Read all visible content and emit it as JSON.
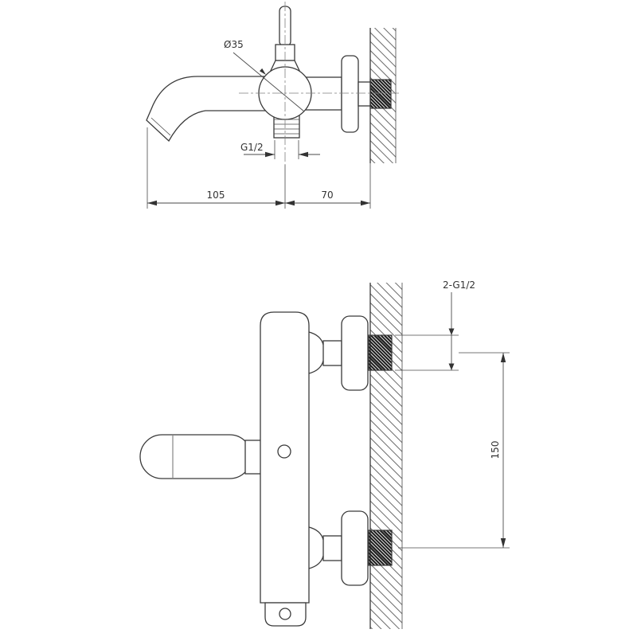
{
  "drawing_title": "Wall-mounted bath mixer technical drawing",
  "colors": {
    "line": "#3a3a3a",
    "dimension": "#4a4a4a",
    "text": "#333333",
    "background": "#ffffff"
  },
  "top_view": {
    "labels": {
      "diameter": "Ø35",
      "outlet_thread": "G1/2",
      "spout_reach": "105",
      "wall_distance": "70"
    }
  },
  "bottom_view": {
    "labels": {
      "inlet_threads": "2-G1/2",
      "inlet_spacing": "150"
    }
  }
}
